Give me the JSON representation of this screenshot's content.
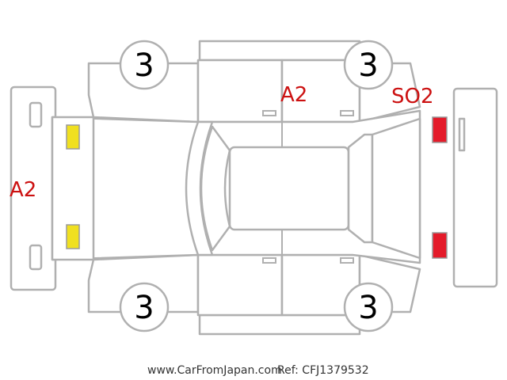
{
  "colors": {
    "outline": "#b0b0b0",
    "damage_text": "#cc1111",
    "headlight": "#f0e020",
    "taillight": "#e41b2a",
    "wheel_text": "#000000"
  },
  "wheels": {
    "front_left": "3",
    "rear_left": "3",
    "front_right": "3",
    "rear_right": "3"
  },
  "damage": {
    "front_bumper": "A2",
    "roof_left_door": "A2",
    "rear_left_quarter": "SO2"
  },
  "footer": {
    "source": "www.CarFromJapan.com",
    "ref": "Ref: CFJ1379532"
  }
}
